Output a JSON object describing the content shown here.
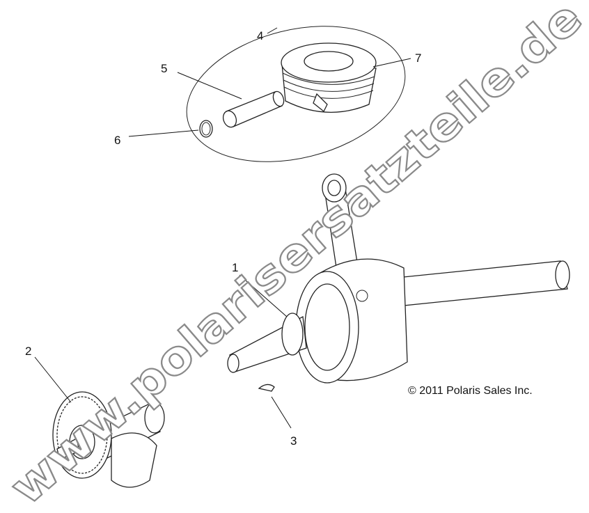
{
  "callouts": [
    "1",
    "2",
    "3",
    "4",
    "5",
    "6",
    "7"
  ],
  "copyright": "© 2011 Polaris Sales Inc.",
  "watermark": "www.polarisersatzteile.de"
}
